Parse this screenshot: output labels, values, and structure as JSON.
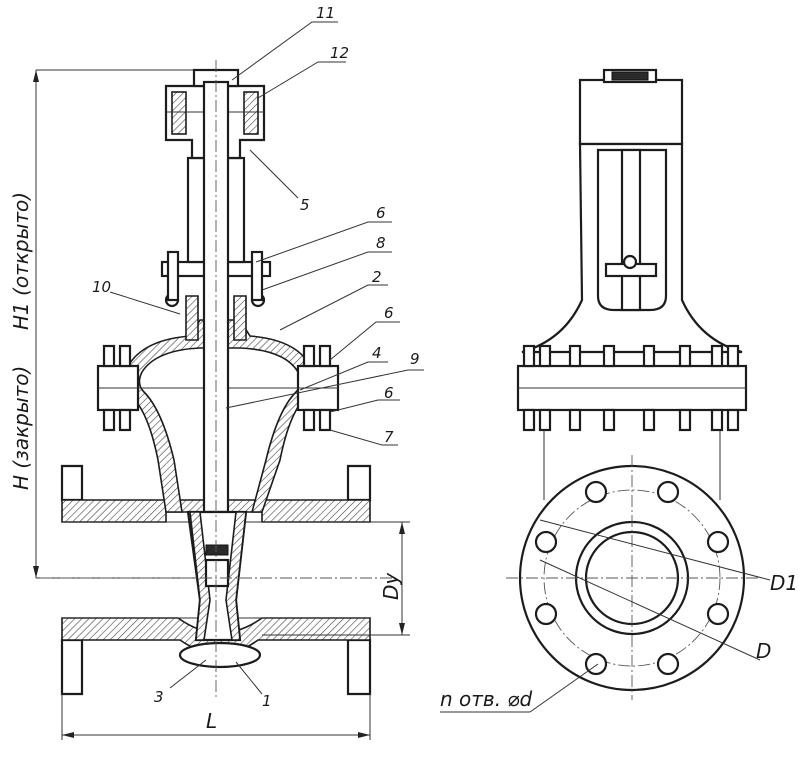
{
  "callouts": {
    "c11": "11",
    "c12": "12",
    "c5": "5",
    "c6a": "6",
    "c8": "8",
    "c10": "10",
    "c2": "2",
    "c6b": "6",
    "c4": "4",
    "c9": "9",
    "c6c": "6",
    "c7": "7",
    "c3": "3",
    "c1": "1"
  },
  "dimensions": {
    "h_closed": "H (закрыто)",
    "h1_open": "H1 (открыто)",
    "dy": "Dy",
    "l": "L",
    "d1": "D1",
    "d": "D",
    "holes": "n отв. ⌀d"
  }
}
